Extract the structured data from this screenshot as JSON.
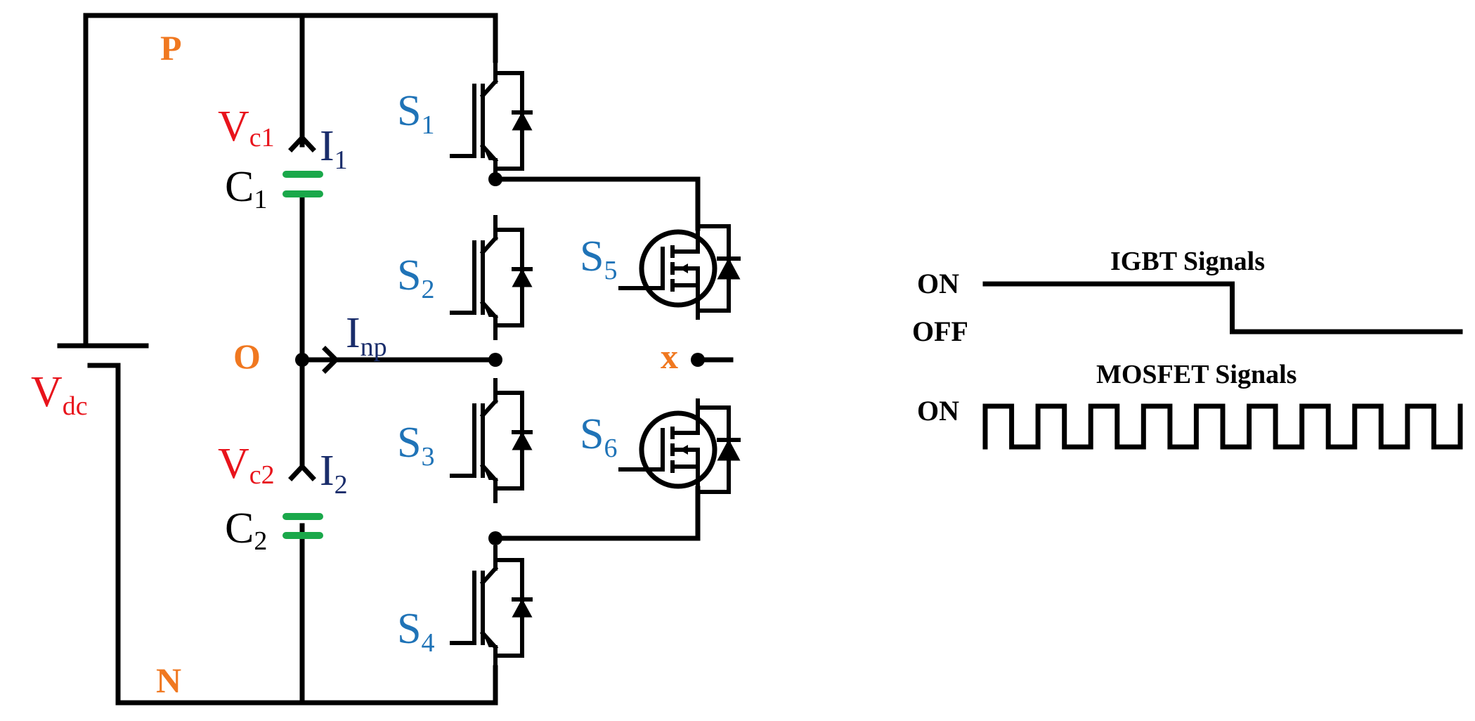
{
  "colors": {
    "wire": "#000000",
    "node_label": "#f07820",
    "voltage_label": "#e8141c",
    "switch_label": "#1f73b7",
    "current_label": "#1a2d6b",
    "capacitor": "#1aa84a"
  },
  "nodes": {
    "p": "P",
    "o": "O",
    "n": "N",
    "x": "x"
  },
  "source": {
    "main": "V",
    "sub": "dc"
  },
  "capacitors": [
    {
      "voltage_main": "V",
      "voltage_sub": "c1",
      "current_main": "I",
      "current_sub": "1",
      "cap_main": "C",
      "cap_sub": "1"
    },
    {
      "voltage_main": "V",
      "voltage_sub": "c2",
      "current_main": "I",
      "current_sub": "2",
      "cap_main": "C",
      "cap_sub": "2"
    }
  ],
  "neutral_current": {
    "main": "I",
    "sub": "np"
  },
  "switches": [
    {
      "main": "S",
      "sub": "1",
      "type": "IGBT"
    },
    {
      "main": "S",
      "sub": "2",
      "type": "IGBT"
    },
    {
      "main": "S",
      "sub": "3",
      "type": "IGBT"
    },
    {
      "main": "S",
      "sub": "4",
      "type": "IGBT"
    },
    {
      "main": "S",
      "sub": "5",
      "type": "MOSFET"
    },
    {
      "main": "S",
      "sub": "6",
      "type": "MOSFET"
    }
  ],
  "signals": {
    "igbt_title": "IGBT Signals",
    "mosfet_title": "MOSFET Signals",
    "on_label": "ON",
    "off_label": "OFF",
    "igbt_on_fraction": 0.52,
    "mosfet_pulse_count": 9
  }
}
